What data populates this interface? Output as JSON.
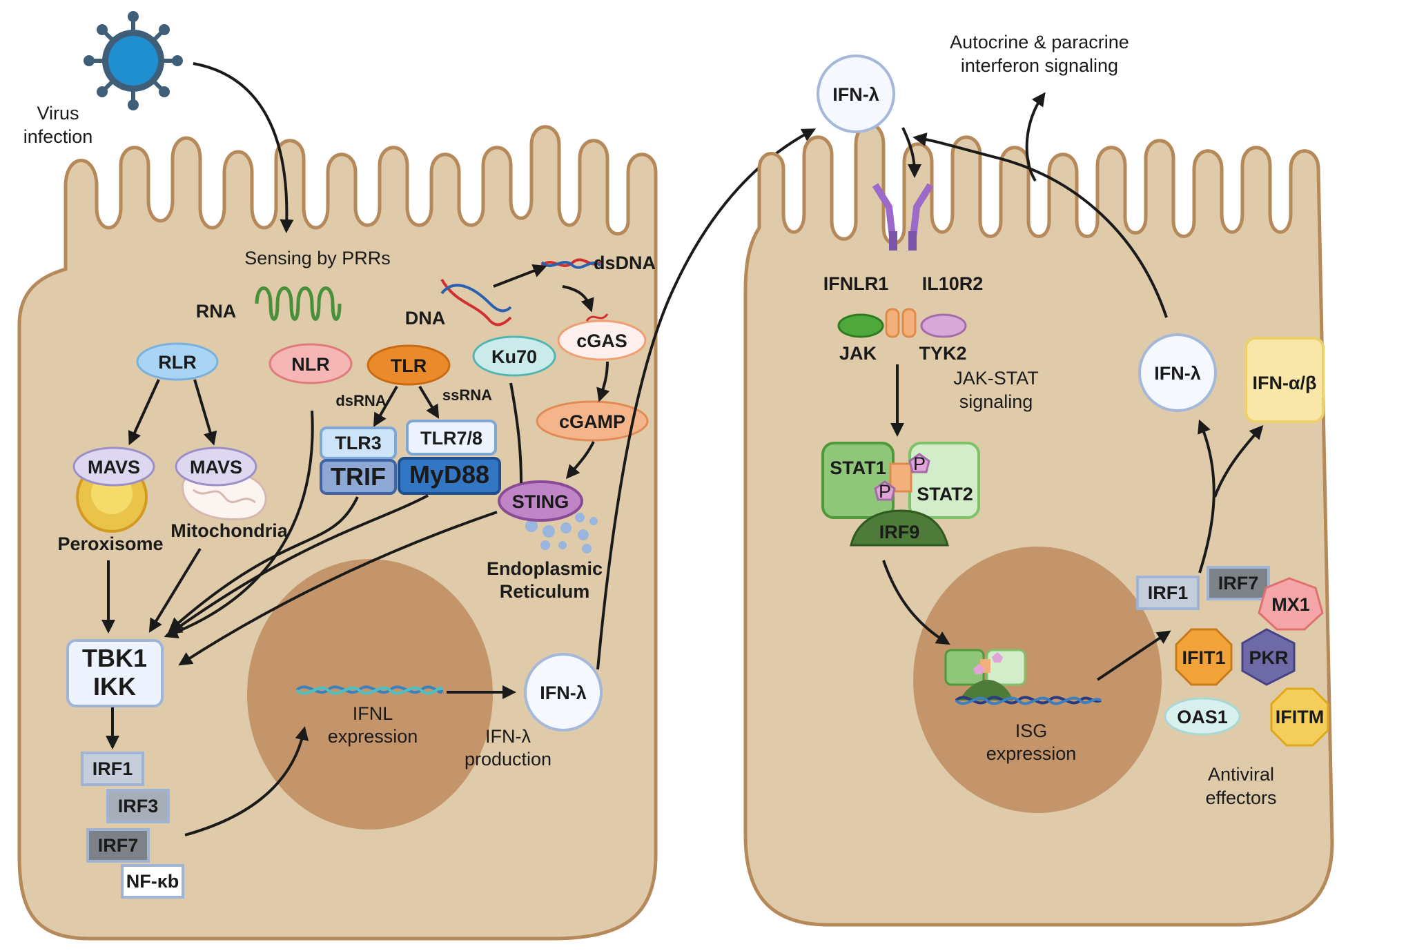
{
  "labels": {
    "virus_infection": [
      "Virus",
      "infection"
    ],
    "sensing": "Sensing by PRRs",
    "rna": "RNA",
    "dna": "DNA",
    "dsdna": "dsDNA",
    "dsrna": "dsRNA",
    "ssrna": "ssRNA",
    "peroxisome": "Peroxisome",
    "mitochondria": "Mitochondria",
    "er": [
      "Endoplasmic",
      "Reticulum"
    ],
    "ifnl_expression": [
      "IFNL",
      "expression"
    ],
    "ifn_production": [
      "IFN-λ",
      "production"
    ],
    "autocrine": [
      "Autocrine & paracrine",
      "interferon signaling"
    ],
    "jak_stat": [
      "JAK-STAT",
      "signaling"
    ],
    "isg_expression": [
      "ISG",
      "expression"
    ],
    "antiviral": [
      "Antiviral",
      "effectors"
    ]
  },
  "nodes": {
    "rlr": "RLR",
    "nlr": "NLR",
    "tlr": "TLR",
    "ku70": "Ku70",
    "cgas": "cGAS",
    "cgamp": "cGAMP",
    "sting": "STING",
    "mavs_1": "MAVS",
    "mavs_2": "MAVS",
    "tlr3": "TLR3",
    "tlr78": "TLR7/8",
    "trif": "TRIF",
    "myd88": "MyD88",
    "tbk1": "TBK1",
    "ikk": "IKK",
    "irf1_left": "IRF1",
    "irf3": "IRF3",
    "irf7_left": "IRF7",
    "nfkb": "NF-κb",
    "ifnl_left": "IFN-λ",
    "ifnl_top": "IFN-λ",
    "ifnlr1": "IFNLR1",
    "il10r2": "IL10R2",
    "jak": "JAK",
    "tyk2": "TYK2",
    "stat1": "STAT1",
    "stat2": "STAT2",
    "p1": "P",
    "p2": "P",
    "irf9": "IRF9",
    "ifnl_right": "IFN-λ",
    "ifnab": "IFN-α/β",
    "irf1_right": "IRF1",
    "irf7_right": "IRF7",
    "mx1": "MX1",
    "ifit1": "IFIT1",
    "pkr": "PKR",
    "oas1": "OAS1",
    "ifitm": "IFITM"
  }
}
